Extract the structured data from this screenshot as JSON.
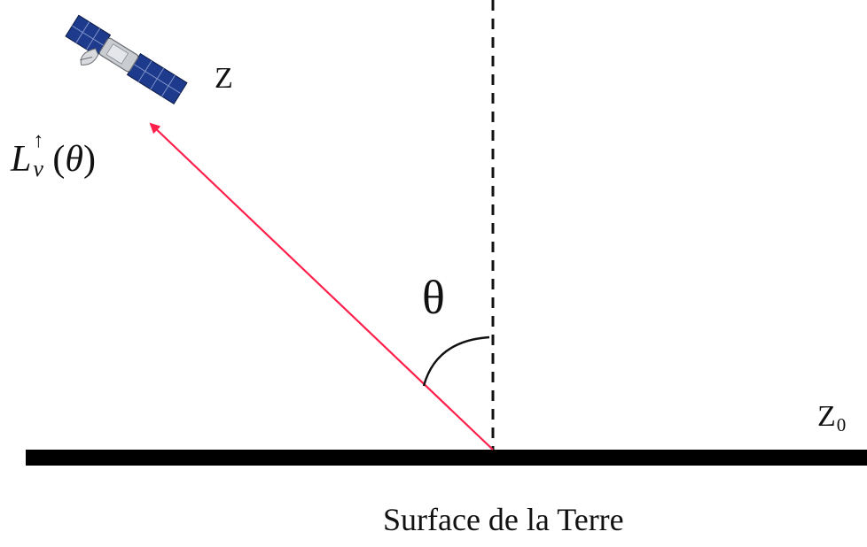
{
  "labels": {
    "top_altitude": "Z",
    "surface_altitude_base": "Z",
    "surface_altitude_subscript": "0",
    "angle_symbol": "θ",
    "surface_caption": "Surface de la Terre",
    "radiance_symbol": "L",
    "radiance_superscript": "↑",
    "radiance_subscript": "ν",
    "radiance_open_paren": "(",
    "radiance_argument": "θ",
    "radiance_close_paren": ")"
  },
  "colors": {
    "ray": "#ff1f4b",
    "ground": "#000000",
    "vertical_reference": "#111111",
    "panel": "#1d3a8c",
    "panel_grid": "#7f93c9",
    "body_metal": "#c9ccd1"
  },
  "icons": {
    "satellite": "satellite-icon"
  }
}
